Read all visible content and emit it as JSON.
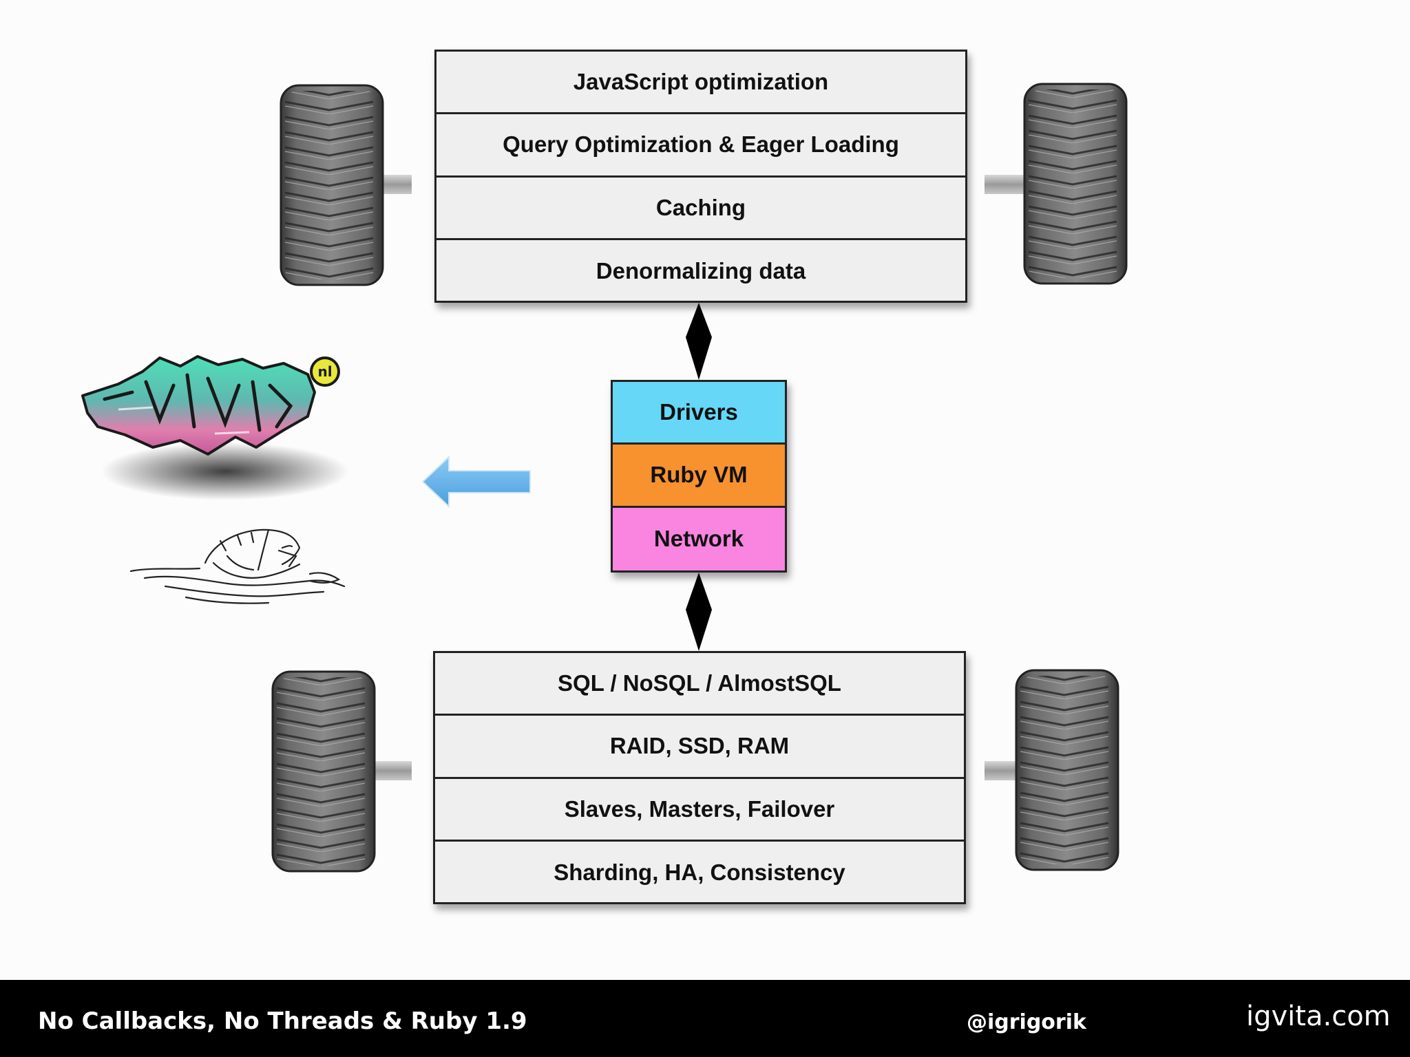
{
  "diagram": {
    "top_stack": {
      "layers": [
        "JavaScript optimization",
        "Query Optimization & Eager Loading",
        "Caching",
        "Denormalizing data"
      ]
    },
    "middle_stack": {
      "layers": [
        {
          "label": "Drivers",
          "color": "#66d7f7"
        },
        {
          "label": "Ruby VM",
          "color": "#f7922f"
        },
        {
          "label": "Network",
          "color": "#f985e0"
        }
      ]
    },
    "bottom_stack": {
      "layers": [
        "SQL / NoSQL / AlmostSQL",
        "RAID, SSD, RAM",
        "Slaves, Masters, Failover",
        "Sharding, HA, Consistency"
      ]
    },
    "arrow_color": "#5aaee8",
    "graffiti_logo": "nl"
  },
  "footer": {
    "title": "No Callbacks, No Threads & Ruby 1.9",
    "handle": "@igrigorik",
    "site": "igvita.com"
  }
}
